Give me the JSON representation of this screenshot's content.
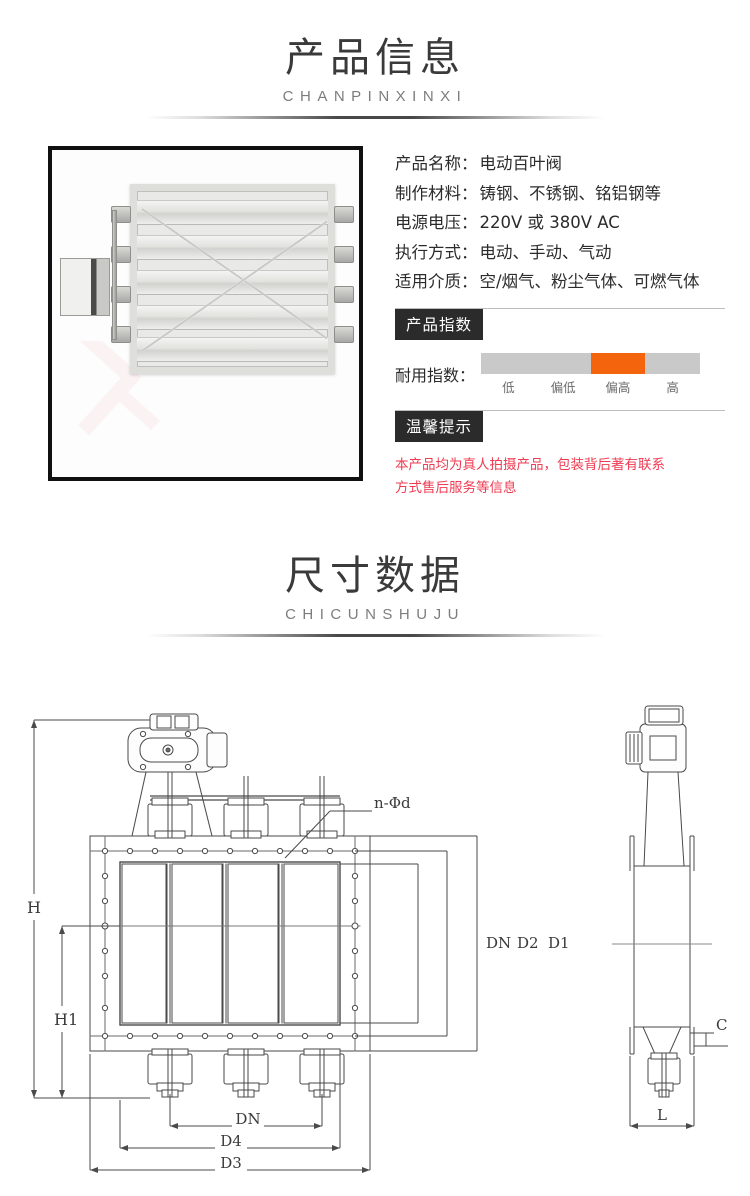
{
  "sections": [
    {
      "cn": "产品信息",
      "en": "CHANPINXINXI"
    },
    {
      "cn": "尺寸数据",
      "en": "CHICUNSHUJU"
    }
  ],
  "product": {
    "photo_alt": "电动百叶阀产品实拍图",
    "specs": [
      {
        "key": "产品名称：",
        "value": "电动百叶阀"
      },
      {
        "key": "制作材料：",
        "value": "铸钢、不锈钢、铭铝钢等"
      },
      {
        "key": "电源电压：",
        "value": "220V 或 380V AC"
      },
      {
        "key": "执行方式：",
        "value": "电动、手动、气动"
      },
      {
        "key": "适用介质：",
        "value": "空/烟气、粉尘气体、可燃气体"
      }
    ],
    "index_block": {
      "tag": "产品指数",
      "label": "耐用指数：",
      "ticks": [
        "低",
        "偏低",
        "偏高",
        "高"
      ],
      "active_index": 2,
      "active_color": "#f4640c",
      "track_color": "#c9c9c9"
    },
    "tips_block": {
      "tag": "温馨提示",
      "line1": "本产品均为真人拍摄产品，包装背后著有联系",
      "line2": "方式售后服务等信息",
      "color": "#ef3b52"
    }
  },
  "drawing": {
    "labels": {
      "n_phi_d": "n-Φd",
      "H": "H",
      "H1": "H1",
      "DN_right": "DN",
      "D2": "D2",
      "D1": "D1",
      "DN_bottom": "DN",
      "D4": "D4",
      "D3": "D3",
      "C": "C",
      "L": "L"
    }
  }
}
